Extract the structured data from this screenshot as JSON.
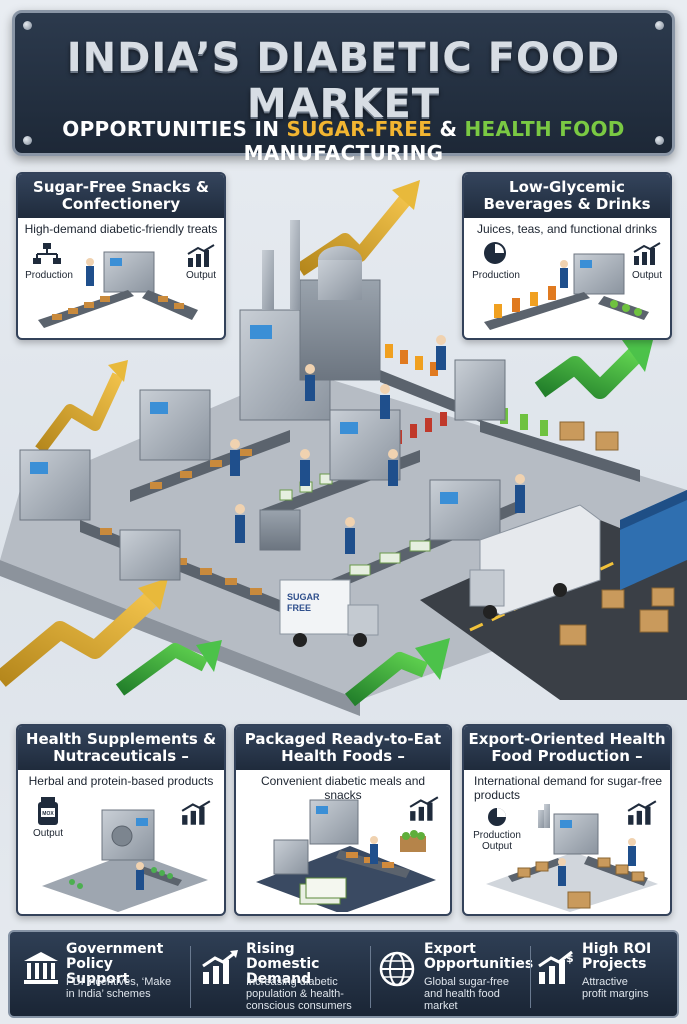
{
  "title": {
    "main": "INDIA’S DIABETIC FOOD MARKET",
    "sub_prefix": "OPPORTUNITIES IN ",
    "sub_gold": "SUGAR-FREE",
    "sub_mid": " & ",
    "sub_green": "HEALTH FOOD",
    "sub_suffix": " MANUFACTURING"
  },
  "cards": {
    "snacks": {
      "title_line1": "Sugar-Free Snacks &",
      "title_line2": "Confectionery",
      "desc": "High-demand diabetic-friendly treats",
      "label_left": "Production",
      "label_right": "Output"
    },
    "beverages": {
      "title_line1": "Low-Glycemic",
      "title_line2": "Beverages & Drinks",
      "desc": "Juices, teas, and functional drinks",
      "label_left": "Production",
      "label_right": "Output"
    },
    "supplements": {
      "title_line1": "Health Supplements &",
      "title_line2": "Nutraceuticals –",
      "desc": "Herbal and protein-based products",
      "label_left": "Output",
      "jar_label": "MOX"
    },
    "ready_to_eat": {
      "title_line1": "Packaged Ready-to-Eat",
      "title_line2": "Health Foods –",
      "desc": "Convenient diabetic meals and snacks"
    },
    "export": {
      "title_line1": "Export-Oriented Health",
      "title_line2": "Food Production –",
      "desc_line1": "International demand for sugar-free",
      "desc_line2": "products",
      "label_left_1": "Production",
      "label_left_2": "Output"
    }
  },
  "truck_label": {
    "line1": "SUGAR",
    "line2": "FREE"
  },
  "bottom": [
    {
      "title_line1": "Government",
      "title_line2": "Policy Support",
      "desc_line1": "FDI incentives, ‘Make",
      "desc_line2": "in India’ schemes",
      "icon": "government-building-icon"
    },
    {
      "title_line1": "Rising Domestic",
      "title_line2": "Demand",
      "desc_line1": "Increasing diabetic",
      "desc_line2": "population & health-",
      "desc_line3": "conscious consumers",
      "icon": "growth-chart-icon"
    },
    {
      "title_line1": "Export",
      "title_line2": "Opportunities",
      "desc_line1": "Global sugar-free",
      "desc_line2": "and health food",
      "desc_line3": "market",
      "icon": "globe-icon"
    },
    {
      "title_line1": "High ROI",
      "title_line2": "Projects",
      "desc_line1": "Attractive",
      "desc_line2": "profit margins",
      "icon": "roi-chart-icon"
    }
  ],
  "colors": {
    "navy": "#1f2b3c",
    "gold": "#f2b531",
    "green": "#7ac943",
    "arrow_green": "#3fa83a",
    "arrow_gold": "#d9a82b"
  }
}
